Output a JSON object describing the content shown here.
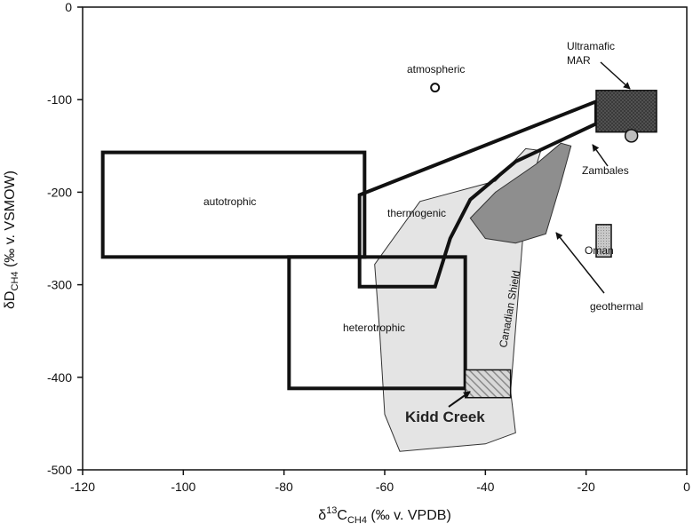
{
  "chart_data": {
    "type": "scatter",
    "xlabel_parts": [
      "δ",
      "13",
      "C",
      "CH4",
      " (‰ v. VPDB)"
    ],
    "ylabel_parts": [
      "δD",
      "CH4",
      " (‰ v. VSMOW)"
    ],
    "xlim": [
      -120,
      0
    ],
    "ylim": [
      -500,
      0
    ],
    "x_ticks": [
      -120,
      -100,
      -80,
      -60,
      -40,
      -20,
      0
    ],
    "y_ticks": [
      0,
      -100,
      -200,
      -300,
      -400,
      -500
    ],
    "x_tick_labels": [
      "-120",
      "-100",
      "-80",
      "-60",
      "-40",
      "-20",
      "0"
    ],
    "y_tick_labels": [
      "0",
      "-100",
      "-200",
      "-300",
      "-400",
      "-500"
    ],
    "grid": false,
    "fields": [
      {
        "label": "autotrophic",
        "shape": "rect",
        "x": [
          -116,
          -64
        ],
        "y": [
          -270,
          -157
        ]
      },
      {
        "label": "heterotrophic",
        "shape": "rect",
        "x": [
          -79,
          -44
        ],
        "y": [
          -412,
          -270
        ]
      },
      {
        "label": "thermogenic",
        "shape": "polygon",
        "points": [
          [
            -65,
            -302
          ],
          [
            -65,
            -203
          ],
          [
            -18,
            -102
          ],
          [
            -18,
            -126
          ],
          [
            -34,
            -167
          ],
          [
            -43,
            -208
          ],
          [
            -47,
            -250
          ],
          [
            -50,
            -302
          ]
        ]
      },
      {
        "label": "Canadian Shield",
        "shape": "polygon",
        "points": [
          [
            -62,
            -278
          ],
          [
            -53,
            -210
          ],
          [
            -38,
            -188
          ],
          [
            -32,
            -153
          ],
          [
            -29,
            -155
          ],
          [
            -32,
            -210
          ],
          [
            -35,
            -415
          ],
          [
            -34,
            -460
          ],
          [
            -40,
            -472
          ],
          [
            -57,
            -480
          ],
          [
            -60,
            -440
          ],
          [
            -61,
            -350
          ]
        ]
      },
      {
        "label": "geothermal",
        "shape": "polygon",
        "points": [
          [
            -43,
            -228
          ],
          [
            -38,
            -200
          ],
          [
            -30,
            -170
          ],
          [
            -25,
            -147
          ],
          [
            -23,
            -150
          ],
          [
            -25,
            -190
          ],
          [
            -28,
            -245
          ],
          [
            -34,
            -255
          ],
          [
            -40,
            -250
          ]
        ]
      },
      {
        "label": "Ultramafic MAR",
        "shape": "rect",
        "x": [
          -18,
          -6
        ],
        "y": [
          -135,
          -90
        ]
      },
      {
        "label": "Oman",
        "shape": "rect",
        "x": [
          -18,
          -15
        ],
        "y": [
          -270,
          -235
        ]
      },
      {
        "label": "Kidd Creek",
        "shape": "rect",
        "x": [
          -44,
          -35
        ],
        "y": [
          -422,
          -392
        ]
      }
    ],
    "points": [
      {
        "label": "atmospheric",
        "x": -50,
        "y": -87
      },
      {
        "label": "Zambales",
        "x": -11,
        "y": -139
      }
    ],
    "text_labels": {
      "ultramafic_line1": "Ultramafic",
      "ultramafic_line2": "MAR",
      "atmospheric": "atmospheric",
      "zambales": "Zambales",
      "autotrophic": "autotrophic",
      "thermogenic": "thermogenic",
      "oman": "Oman",
      "heterotrophic": "heterotrophic",
      "canadian_shield": "Canadian Shield",
      "geothermal": "geothermal",
      "kidd_creek": "Kidd Creek"
    }
  }
}
